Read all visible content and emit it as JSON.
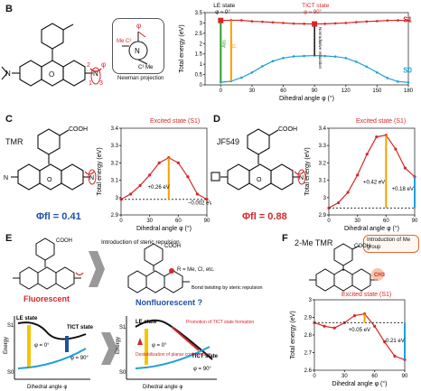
{
  "panels": {
    "B": {
      "label": "B",
      "newman_label": "Newman projection",
      "newman_atoms": {
        "phi": "φ",
        "me_c2": "Me C²",
        "n": "N",
        "c3_me": "C³ Me"
      },
      "mol_labels": {
        "two": "2",
        "one": "1",
        "three": "3",
        "phi": "φ"
      },
      "le_state": "LE state",
      "le_phi": "φ ~ 0°",
      "tict_state": "TICT state",
      "tict_phi": "φ ~ 90°",
      "s1": "S1",
      "s0": "S0",
      "vert_label1": "Abs",
      "vert_label2": "Fl",
      "nonrad": "Nonradiative relaxation",
      "chart_data": {
        "type": "line",
        "xlabel": "Dihedral angle φ (°)",
        "ylabel": "Total energy (eV)",
        "xlim": [
          -15,
          180
        ],
        "ylim": [
          0,
          3.5
        ],
        "xticks": [
          0,
          30,
          60,
          90,
          120,
          150,
          180
        ],
        "yticks": [
          0,
          0.5,
          1,
          1.5,
          2,
          2.5,
          3,
          3.5
        ],
        "series": [
          {
            "name": "S1",
            "color": "#d62728",
            "x": [
              0,
              10,
              20,
              30,
              40,
              50,
              60,
              70,
              80,
              90,
              100,
              110,
              120,
              130,
              140,
              150,
              160,
              170,
              180
            ],
            "y": [
              3.12,
              3.13,
              3.13,
              3.08,
              3.06,
              3.03,
              3.0,
              2.97,
              2.96,
              2.95,
              2.96,
              2.98,
              3.0,
              3.04,
              3.07,
              3.09,
              3.12,
              3.13,
              3.12
            ]
          },
          {
            "name": "S0",
            "color": "#1f9fd8",
            "x": [
              0,
              10,
              20,
              30,
              40,
              50,
              60,
              70,
              80,
              90,
              100,
              110,
              120,
              130,
              140,
              150,
              160,
              170,
              180
            ],
            "y": [
              0.12,
              0.18,
              0.35,
              0.6,
              0.9,
              1.15,
              1.3,
              1.38,
              1.4,
              1.42,
              1.4,
              1.37,
              1.3,
              1.12,
              0.88,
              0.6,
              0.33,
              0.16,
              0.12
            ]
          }
        ]
      }
    },
    "C": {
      "label": "C",
      "dye": "TMR",
      "cooh": "COOH",
      "qy": "Φfl = 0.41",
      "inset_title": "Excited state (S1)",
      "gap_up": "+0.26 eV",
      "gap_down": "−0.002 eV",
      "chart_data": {
        "type": "line",
        "xlabel": "Dihedral angle φ (°)",
        "ylabel": "Total energy (eV)",
        "xlim": [
          0,
          90
        ],
        "ylim": [
          2.9,
          3.4
        ],
        "xticks": [
          0,
          30,
          60,
          90
        ],
        "yticks": [
          2.9,
          3,
          3.1,
          3.2,
          3.3,
          3.4
        ],
        "series": [
          {
            "name": "S1",
            "color": "#d62728",
            "x": [
              0,
              10,
              20,
              30,
              40,
              50,
              60,
              70,
              80,
              90
            ],
            "y": [
              2.99,
              3.02,
              3.07,
              3.13,
              3.2,
              3.23,
              3.2,
              3.12,
              3.02,
              2.99
            ]
          }
        ]
      }
    },
    "D": {
      "label": "D",
      "dye": "JF549",
      "cooh": "COOH",
      "qy": "Φfl = 0.88",
      "inset_title": "Excited state (S1)",
      "gap_up": "+0.42 eV",
      "gap_down": "+0.18 eV",
      "chart_data": {
        "type": "line",
        "xlabel": "Dihedral angle φ (°)",
        "ylabel": "Total energy (eV)",
        "xlim": [
          0,
          90
        ],
        "ylim": [
          2.9,
          3.4
        ],
        "xticks": [
          0,
          30,
          60,
          90
        ],
        "yticks": [
          2.9,
          3,
          3.1,
          3.2,
          3.3,
          3.4
        ],
        "series": [
          {
            "name": "S1",
            "color": "#d62728",
            "x": [
              0,
              10,
              20,
              30,
              40,
              50,
              60,
              70,
              80,
              90
            ],
            "y": [
              2.94,
              2.97,
              3.03,
              3.13,
              3.25,
              3.35,
              3.36,
              3.28,
              3.17,
              3.12
            ]
          }
        ]
      }
    },
    "E": {
      "label": "E",
      "arrow_text": "Introduction of steric repulsion",
      "fluorescent": "Fluorescent",
      "nonfluorescent": "Nonfluorescent ?",
      "r_note": "R = Me, Cl, etc.",
      "bond_note": "Bond twisting by steric repulsion",
      "le_state": "LE state",
      "tict_state": "TICT state",
      "phi0": "φ = 0°",
      "phi90": "φ = 90°",
      "s1": "S1",
      "s0": "S0",
      "energy": "Energy",
      "xlabel": "Dihedral angle φ",
      "promo": "Promotion of TICT state formation",
      "destab": "Destabilization of planar conformation"
    },
    "F": {
      "label": "F",
      "dye": "2-Me TMR",
      "cooh": "COOH",
      "callout": "Introduction of Me group",
      "me": "CH3",
      "inset_title": "Excited state (S1)",
      "gap_up": "+0.05 eV",
      "gap_down": "−0.21 eV",
      "chart_data": {
        "type": "line",
        "xlabel": "Dihedral angle φ (°)",
        "ylabel": "Total energy (eV)",
        "xlim": [
          0,
          90
        ],
        "ylim": [
          2.6,
          3.0
        ],
        "xticks": [
          0,
          30,
          60,
          90
        ],
        "yticks": [
          2.6,
          2.7,
          2.8,
          2.9,
          3.0
        ],
        "series": [
          {
            "name": "S1",
            "color": "#d62728",
            "x": [
              0,
              10,
              20,
              30,
              40,
              50,
              60,
              70,
              80,
              90
            ],
            "y": [
              2.87,
              2.85,
              2.84,
              2.87,
              2.91,
              2.92,
              2.85,
              2.76,
              2.68,
              2.66
            ]
          }
        ]
      }
    }
  }
}
